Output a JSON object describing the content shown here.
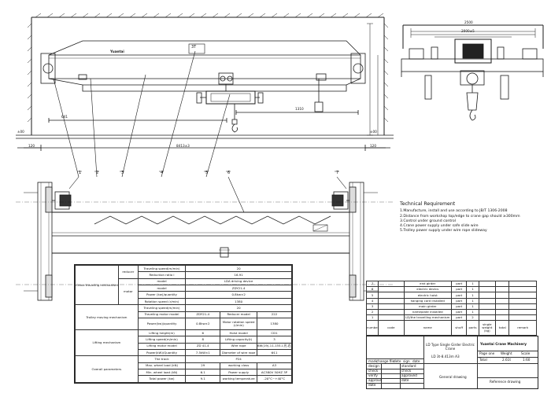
{
  "drawing": {
    "callouts": [
      "1",
      "2",
      "3",
      "4",
      "5",
      "6",
      "7"
    ],
    "top_tag": "3T",
    "brand_mark": "Yuantai",
    "dimensions": {
      "span": "8413±3",
      "height_left": "641",
      "height_right": "1310",
      "side_width": "2500",
      "side_inner": "2000±5",
      "elev_left": "±00",
      "elev_right": "±00",
      "end_left": "120",
      "end_right": "120"
    }
  },
  "requirements": {
    "title": "Technical Requirement",
    "items": [
      "1.Manufacture, install and use according to JB/T 1306-2008",
      "2.Distance from workshop top/edge to crane gap should ≥300mm",
      "3.Control under ground control",
      "4.Crane power supply under safe slide wire",
      "5.Trolley power supply under wire rope slideway"
    ]
  },
  "spec": {
    "rows": [
      [
        "Crane traveling mechanism",
        "reducer",
        "Traveling speed(m/min)",
        "20"
      ],
      [
        "",
        "",
        "Reduction ratio i",
        "16.91"
      ],
      [
        "",
        "motor",
        "model",
        "LDA driving device"
      ],
      [
        "",
        "",
        "model",
        "ZDY21-4"
      ],
      [
        "",
        "",
        "Power (kw)/quantity",
        "0.8kw×2"
      ],
      [
        "",
        "",
        "Rotation speed (r/min)",
        "1380"
      ],
      [
        "Trolley moving mechanism",
        "",
        "Traveling speed(m/min)",
        "20"
      ],
      [
        "",
        "",
        "Traveling motor model",
        "ZDY21-4",
        "Reducer model",
        "222"
      ],
      [
        "",
        "",
        "Power(kw)/quantity",
        "0.8kw×2",
        "Motor rotation speed (r/min)",
        "1380"
      ],
      [
        "Lifting mechanism",
        "",
        "Lifting height(m)",
        "6",
        "Hoist model",
        "CD1"
      ],
      [
        "",
        "",
        "Lifting speed(m/min)",
        "8",
        "Lifting capacity(t)",
        "3"
      ],
      [
        "",
        "",
        "Lifting motor model",
        "ZD 41-4",
        "Wire rope",
        "6W(19)-11-155-I-光-右交"
      ],
      [
        "",
        "",
        "Power(kW)/Quantity",
        "7.5kW×1",
        "Diameter of wire rope",
        "Φ11"
      ],
      [
        "Overall parameters",
        "",
        "The track",
        "P24",
        "",
        ""
      ],
      [
        "",
        "",
        "Max. wheel load (kN)",
        "29",
        "working class",
        "A3"
      ],
      [
        "",
        "",
        "Min. wheel load (kN)",
        "6.1",
        "Power supply",
        "AC380V 50HZ 3P"
      ],
      [
        "",
        "",
        "Total power (kw)",
        "9.1",
        "working temperature",
        "-20°C~+40°C"
      ]
    ]
  },
  "parts": {
    "rows": [
      [
        "7",
        "end girder",
        "",
        "part",
        "1",
        "",
        "",
        ""
      ],
      [
        "6",
        "electric devics",
        "",
        "part",
        "1",
        "",
        "",
        ""
      ],
      [
        "5",
        "electric hoist",
        "",
        "part",
        "1",
        "",
        "",
        ""
      ],
      [
        "4",
        "hanging cord installed",
        "",
        "part",
        "1",
        "",
        "",
        ""
      ],
      [
        "3",
        "main girder",
        "",
        "part",
        "1",
        "",
        "",
        ""
      ],
      [
        "2",
        "nameplate installed",
        "",
        "part",
        "1",
        "",
        "",
        ""
      ],
      [
        "1",
        "LD/the travelling mechanism",
        "",
        "part",
        "2",
        "",
        "",
        ""
      ]
    ],
    "header": [
      "number",
      "code",
      "name",
      "shuff",
      "parts",
      "single weight (kg)",
      "total",
      "remark"
    ]
  },
  "title_block": {
    "product": "LD Type Single Girder Electric Crane",
    "code": "LD 3t-8.413m  A3",
    "drawing_name": "General drawing",
    "company": "Yuantai Crane Machinery",
    "page_label": "Page one",
    "weight_label": "Weight",
    "scale_label": "Scale",
    "total_label": "Total",
    "weight_value": "2.61t",
    "scale_value": "1:60",
    "reference": "Reference drawing",
    "roles": [
      "design",
      "check",
      "verify",
      "approve",
      "date"
    ],
    "std_labels": [
      "standard",
      "check",
      "approved",
      "date"
    ],
    "rev_headers": [
      "mark",
      "change file",
      "dete",
      "sign",
      "date"
    ]
  }
}
